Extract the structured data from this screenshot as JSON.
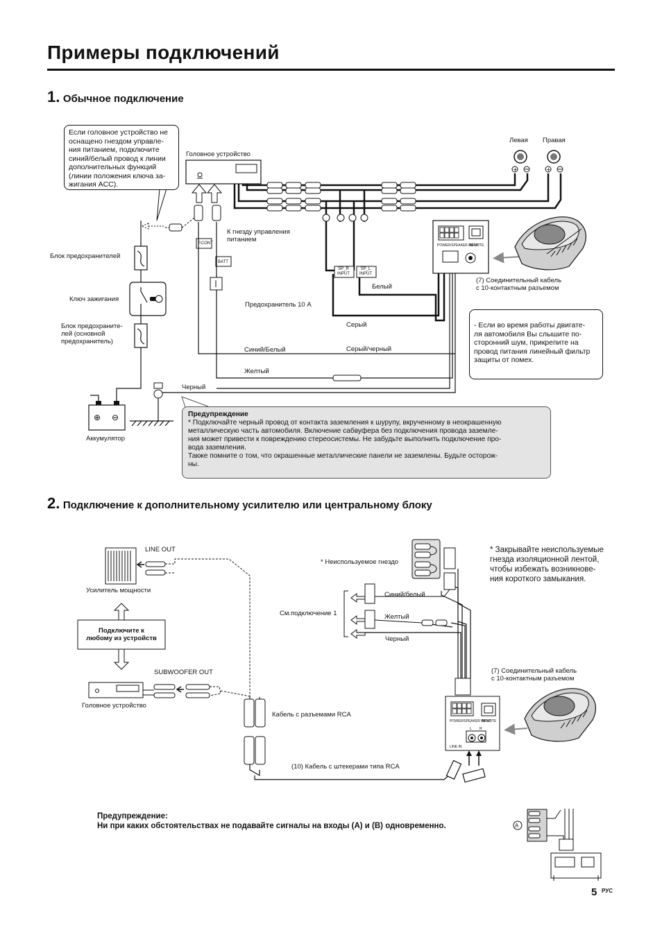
{
  "page": {
    "title": "Примеры подключений",
    "page_number": "5",
    "lang_tag": "РУС"
  },
  "section1": {
    "number": "1.",
    "heading": "Обычное подключение",
    "note_no_remote": [
      "Если головное устройство не",
      "оснащено гнездом управле-",
      "ния питанием, подключите",
      "синий/белый провод к линии",
      "дополнительных функций",
      "(линии положения ключа за-",
      "жигания ACC)."
    ],
    "head_unit": "Головное устройство",
    "speaker_left": "Левая",
    "speaker_right": "Правая",
    "fuse_block": "Блок предохранителей",
    "ignition": "Ключ зажигания",
    "fuse_block_main": [
      "Блок предохраните-",
      "лей (основной",
      "предохранитель)"
    ],
    "pcont_jack": [
      "К гнезду управления",
      "питанием"
    ],
    "fuse_10a": "Предохранитель 10 А",
    "cable_10pin": [
      "(7) Соединительный кабель",
      "с 10-контактным разъемом"
    ],
    "white": "Белый",
    "gray": "Серый",
    "blue_white": "Синий/Белый",
    "gray_black": "Серый/черный",
    "yellow": "Желтый",
    "black": "Черный",
    "battery": "Аккумулятор",
    "noise_note": [
      "- Если во время работы двигате-",
      "ля автомобиля Вы слышите по-",
      "сторонний шум, прикрепите на",
      "провод питания линейный фильтр",
      "защиты от помех."
    ],
    "tag_pcont": "P.CONT",
    "tag_batt": "BATT",
    "tag_spr": [
      "SP_R",
      "INPUT"
    ],
    "tag_spl": [
      "SP_L",
      "INPUT"
    ],
    "panel_power": "POWER/SPEAKER INPUT",
    "panel_remote": "REMOTE",
    "warning_title": "Предупреждение",
    "warning_lines": [
      "* Подключайте черный провод от контакта заземления к шурупу, вкрученному в неокрашенную",
      "металлическую часть автомобиля. Включение сабвуфера без подключения провода заземле-",
      "ния может привести к повреждению стереосистемы. Не забудьте выполнить подключение про-",
      "вода заземления.",
      "Также помните о том, что окрашенные металлические панели не заземлены. Будьте осторож-",
      "ны."
    ]
  },
  "section2": {
    "number": "2.",
    "heading": "Подключение к дополнительному усилителю или центральному блоку",
    "line_out": "LINE OUT",
    "amp": "Усилитель мощности",
    "connect_any": [
      "Подключите к",
      "любому из устройств"
    ],
    "subwoofer_out": "SUBWOOFER OUT",
    "head_unit": "Головное устройство",
    "rca_cable": "Кабель с разъемами RCA",
    "rca_plug_cable": "(10) Кабель с штекерами типа RCA",
    "unused_jack": "* Неиспользуемое гнездо",
    "blue_white": "Синий/белый",
    "see_conn": "См.подключение 1",
    "yellow": "Желтый",
    "black": "Черный",
    "cable_10pin": [
      "(7) Соединительный кабель",
      "с 10-контактным разъемом"
    ],
    "tape_note": [
      "* Закрывайте неиспользуемые",
      "гнезда изоляционной лентой,",
      "чтобы избежать возникнове-",
      "ния короткого замыкания."
    ],
    "panel_power": "POWER/SPEAKER INPUT",
    "panel_remote": "REMOTE",
    "line_in": "LINE IN",
    "line_in_l": "L",
    "line_in_r": "R",
    "input_a": "A",
    "warning_title": "Предупреждение:",
    "warning_text": "Ни при каких обстоятельствах не подавайте сигналы на входы (A) и (B) одновременно."
  }
}
